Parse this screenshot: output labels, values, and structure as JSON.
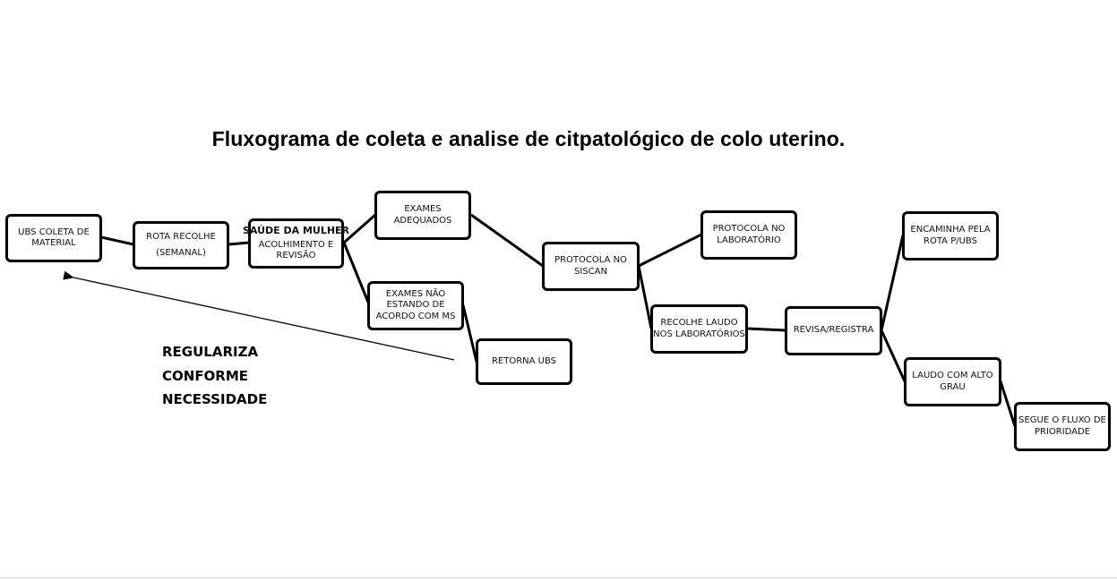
{
  "title": "Fluxograma de coleta e analise de citpatológico de colo uterino.",
  "nodes": {
    "ubs_coleta": [
      "UBS COLETA DE",
      "MATERIAL"
    ],
    "rota_recolhe": [
      "ROTA RECOLHE",
      "(SEMANAL)"
    ],
    "saude_mulher": {
      "heading": "SAÚDE DA MULHER",
      "lines": [
        "ACOLHIMENTO E",
        "REVISÃO"
      ]
    },
    "exames_adequados": [
      "EXAMES",
      "ADEQUADOS"
    ],
    "exames_nao": [
      "EXAMES NÃO",
      "ESTANDO DE",
      "ACORDO COM MS"
    ],
    "retorna_ubs": [
      "RETORNA UBS"
    ],
    "protocola_siscan": [
      "PROTOCOLA NO",
      "SISCAN"
    ],
    "protocola_lab": [
      "PROTOCOLA NO",
      "LABORATÓRIO"
    ],
    "recolhe_laudo": [
      "RECOLHE LAUDO",
      "NOS LABORATÓRIOS"
    ],
    "revisa_registra": [
      "REVISA/REGISTRA"
    ],
    "encaminha": [
      "ENCAMINHA PELA",
      "ROTA P/UBS"
    ],
    "laudo_alto": [
      "LAUDO COM ALTO",
      "GRAU"
    ],
    "segue_fluxo": [
      "SEGUE O FLUXO DE",
      "PRIORIDADE"
    ]
  },
  "annotation": [
    "REGULARIZA",
    "CONFORME",
    "NECESSIDADE"
  ],
  "colors": {
    "stroke": "#000000",
    "background": "#ffffff"
  }
}
